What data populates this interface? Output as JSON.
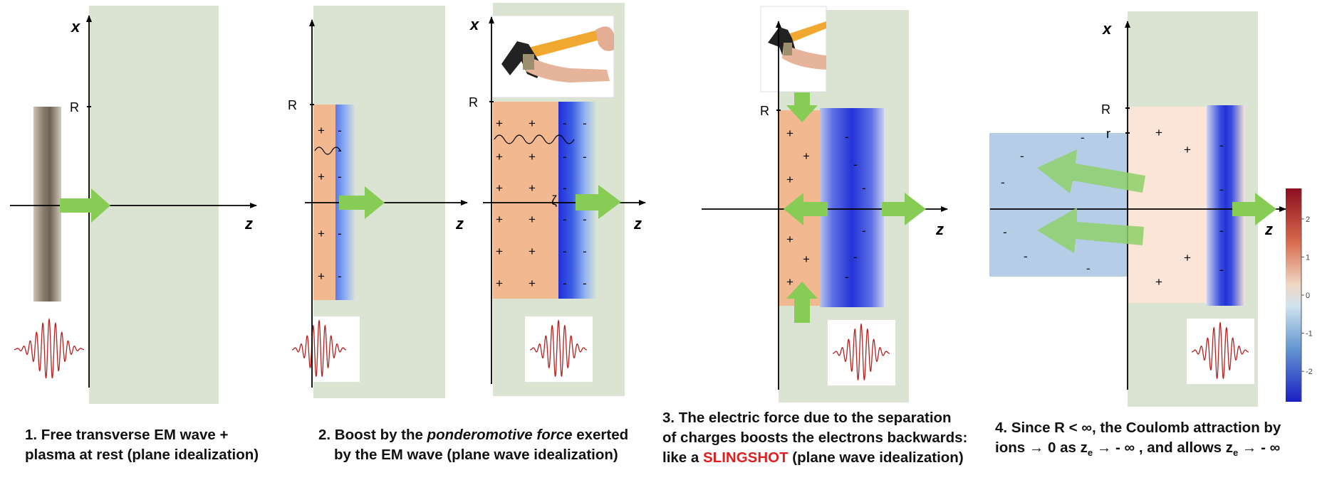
{
  "colors": {
    "plasma_green": "#dbe3d3",
    "ion_orange": "#f2b88f",
    "ion_light": "#fbe5d6",
    "electron_blue": "#2b3bd6",
    "expelled_blue": "#b6cde8",
    "arrow_green": "#86cc55",
    "wave_red": "#b8201f",
    "highlight_red": "#e02020"
  },
  "icons": {
    "slingshot": "slingshot-photo-icon",
    "wave_packet": "wave-packet-icon",
    "force_arrow": "force-arrow-icon"
  },
  "axis_labels": {
    "x": "x",
    "z": "z",
    "R": "R",
    "r": "r",
    "zeta": "ζ"
  },
  "charge_symbols": {
    "plus": "+",
    "minus": "-"
  },
  "colorbar": {
    "ticks": [
      "2",
      "1",
      "0",
      "-1",
      "-2"
    ],
    "range": [
      -2.8,
      2.8
    ]
  },
  "captions": {
    "p1": {
      "line1": "1.   Free transverse EM wave +",
      "line2": "plasma at rest (plane idealization)"
    },
    "p2": {
      "line1_pre": "2. Boost by the ",
      "line1_em": "ponderomotive force",
      "line1_post": " exerted",
      "line2": "by the EM wave (plane wave idealization)"
    },
    "p3": {
      "line1": "3. The electric force due to the separation",
      "line2": "of charges boosts the electrons backwards:",
      "line3_pre": "like a ",
      "line3_red": "SLINGSHOT",
      "line3_post": " (plane wave idealization)"
    },
    "p4": {
      "line1": "4.  Since R < ∞,  the Coulomb attraction by",
      "line2_a": "ions → 0  as z",
      "sub_e": "e",
      "line2_b": " → - ∞ , and allows   z",
      "line2_c": " → - ∞"
    }
  }
}
